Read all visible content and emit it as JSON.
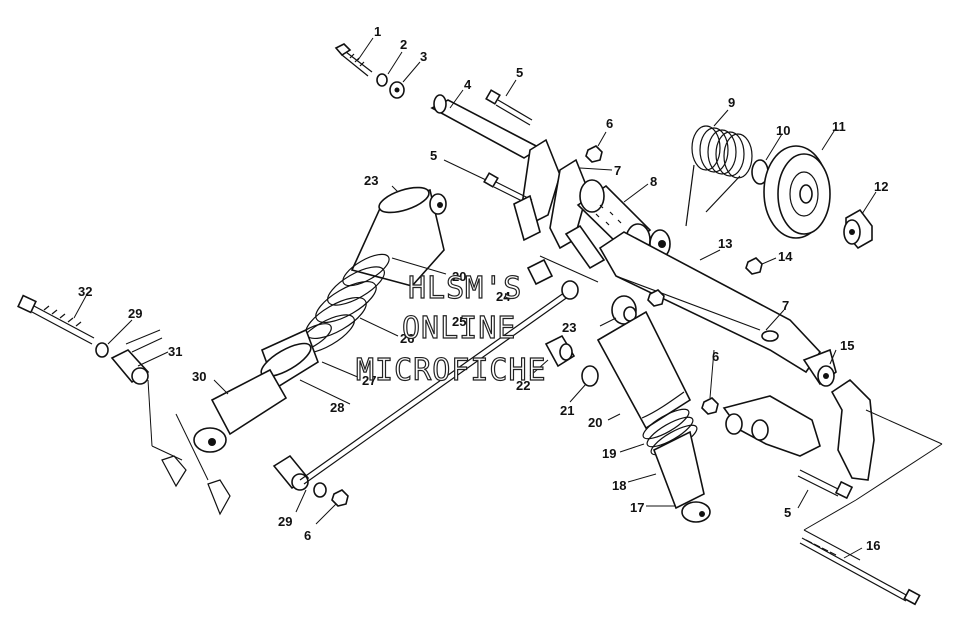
{
  "callouts": [
    "1",
    "2",
    "3",
    "4",
    "5",
    "6",
    "7",
    "8",
    "9",
    "10",
    "11",
    "12",
    "13",
    "14",
    "15",
    "16",
    "17",
    "18",
    "19",
    "20",
    "21",
    "22",
    "23",
    "24",
    "25",
    "26",
    "27",
    "28",
    "29",
    "30",
    "31",
    "32"
  ],
  "watermark": [
    "HLSM'S",
    "ONLINE",
    "MICROFICHE"
  ]
}
